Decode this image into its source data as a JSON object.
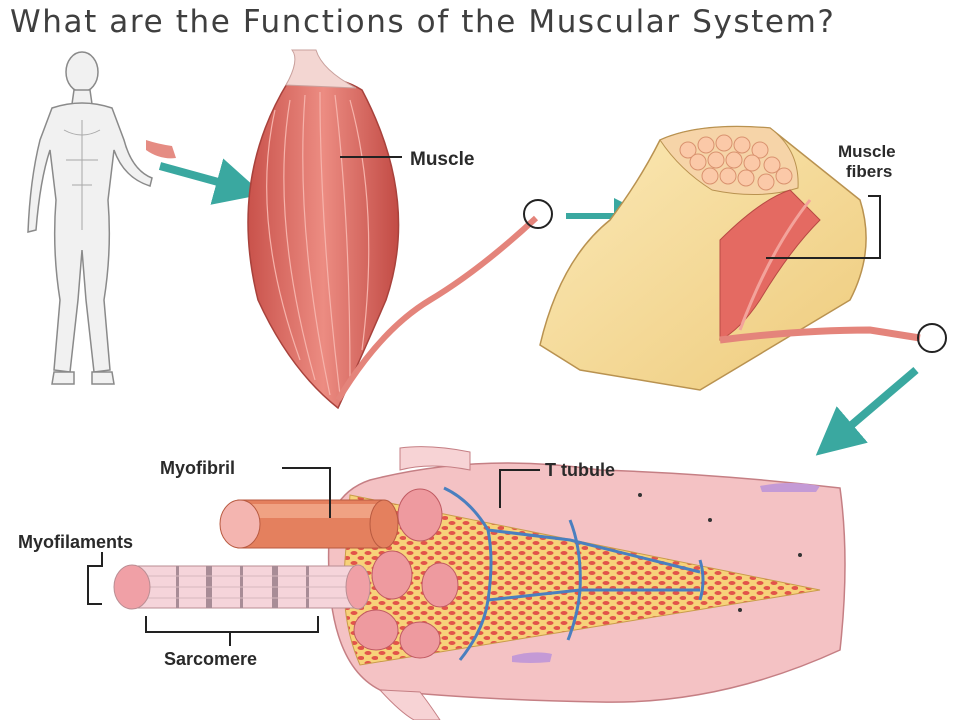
{
  "title": "What are the Functions of the Muscular System?",
  "labels": {
    "muscle": "Muscle",
    "muscle_fibers": [
      "Muscle",
      "fibers"
    ],
    "myofibril": "Myofibril",
    "t_tubule": "T tubule",
    "myofilaments": "Myofilaments",
    "sarcomere": "Sarcomere"
  },
  "colors": {
    "muscle_red": "#e0786f",
    "muscle_dark": "#b84a44",
    "sheath_yellow": "#f6dc98",
    "arrow_teal": "#3aa8a0",
    "cell_pink": "#f2b9bd",
    "t_tubule_blue": "#4a7fbf"
  }
}
